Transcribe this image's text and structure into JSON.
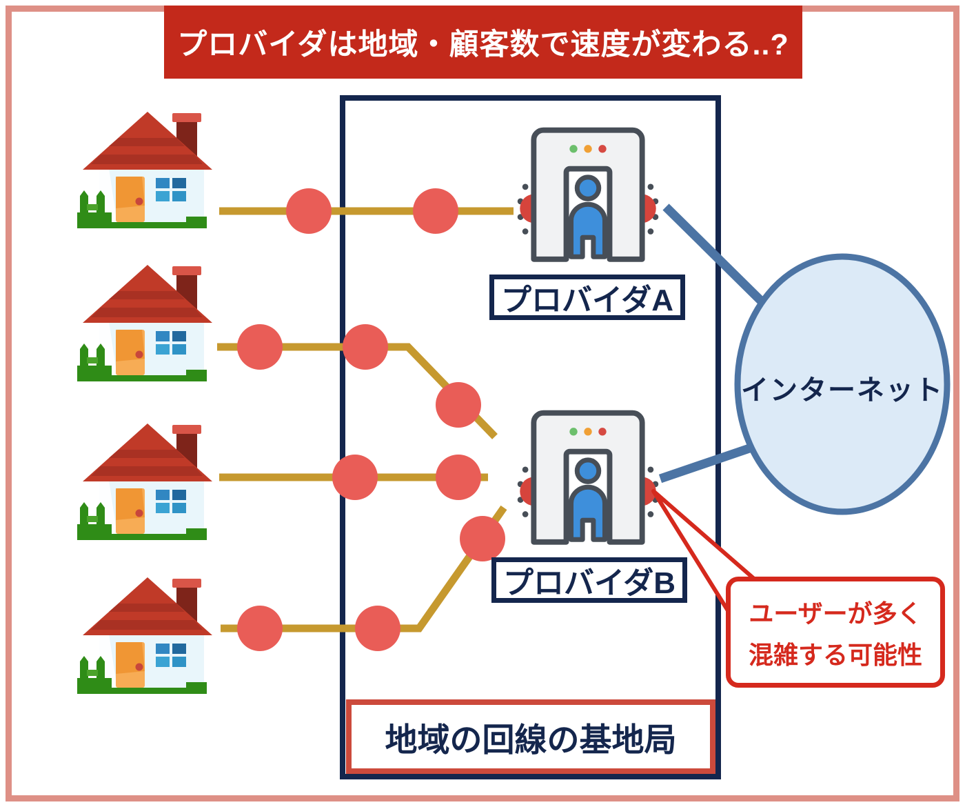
{
  "title": {
    "text": "プロバイダは地域・顧客数で速度が変わる..?"
  },
  "providers": [
    {
      "label": "プロバイダA"
    },
    {
      "label": "プロバイダB"
    }
  ],
  "internet": {
    "label": "インターネット"
  },
  "callout": {
    "line1": "ユーザーが多く",
    "line2": "混雑する可能性"
  },
  "station": {
    "label": "地域の回線の基地局"
  },
  "icons": {
    "house": "house-icon",
    "gate": "security-gate-icon"
  },
  "colors": {
    "page_border": "#DE9086",
    "title_bg": "#C3291B",
    "navy": "#14264D",
    "line_gold": "#C6992F",
    "node_dot_red": "#E95D57",
    "link_blue": "#4C74A4",
    "internet_fill": "#DCEAF7",
    "callout_red": "#D5291D",
    "station_border_red": "#CC4A3C"
  }
}
